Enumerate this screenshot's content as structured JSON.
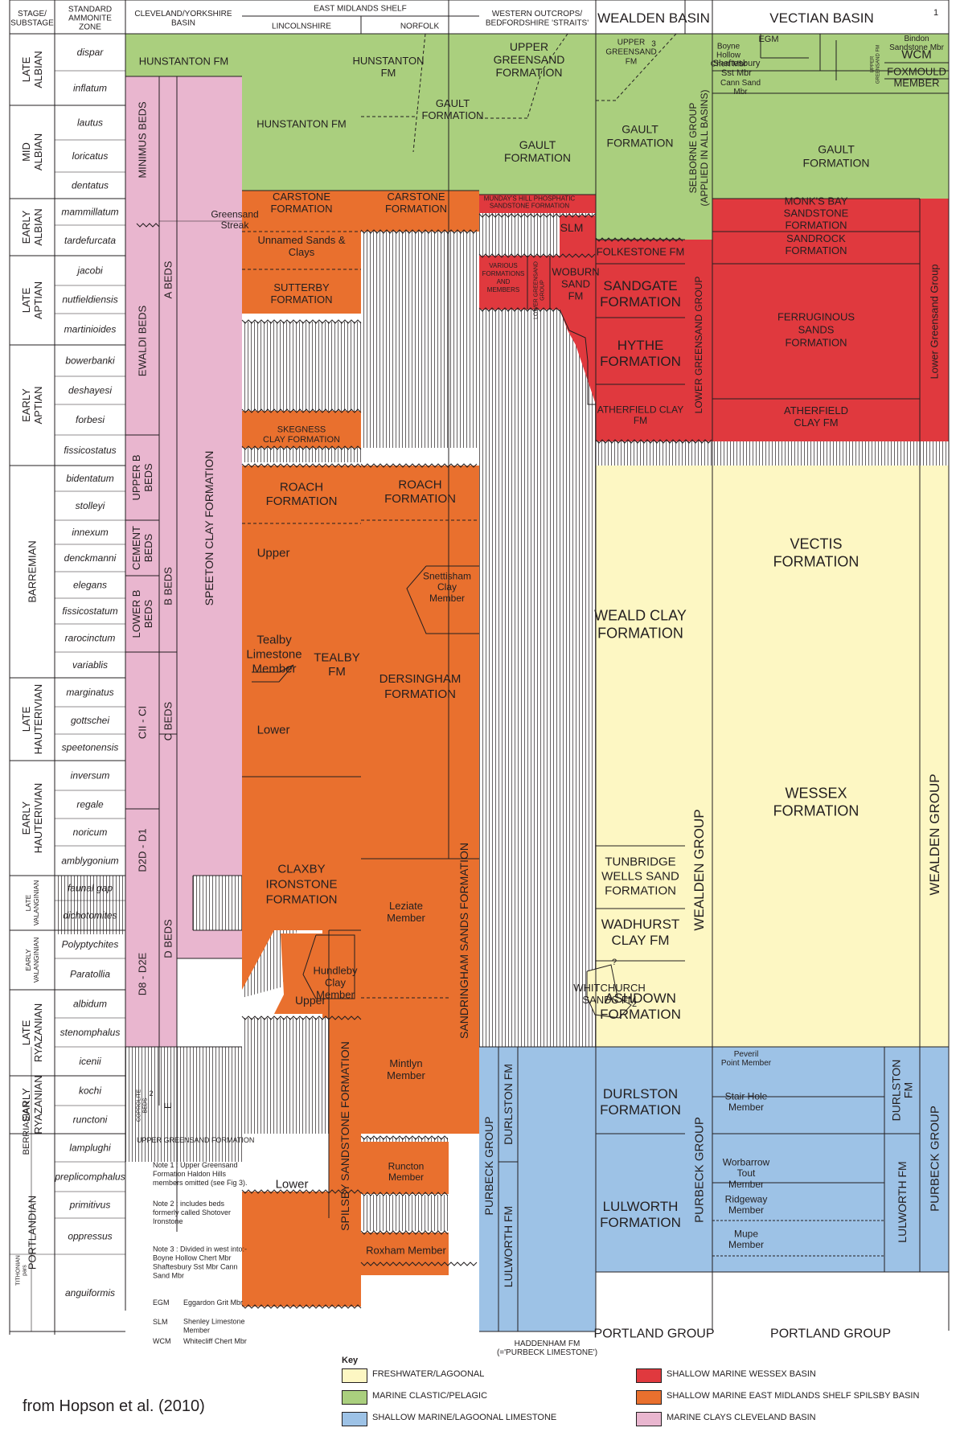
{
  "headers": {
    "stage": "STAGE/\nSUBSTAGE",
    "zone": "STANDARD\nAMMONITE\nZONE",
    "cleveland": "CLEVELAND/YORKSHIRE\nBASIN",
    "eastMidlands": "EAST MIDLANDS SHELF",
    "lincolnshire": "LINCOLNSHIRE",
    "norfolk": "NORFOLK",
    "western": "WESTERN OUTCROPS/\nBEDFORDSHIRE 'STRAITS'",
    "wealden": "WEALDEN BASIN",
    "vectian": "VECTIAN BASIN",
    "vectianNote": "1"
  },
  "stages": [
    {
      "label": "LATE\nALBIAN",
      "rows": [
        0,
        1
      ]
    },
    {
      "label": "MID\nALBIAN",
      "rows": [
        2,
        4
      ]
    },
    {
      "label": "EARLY\nALBIAN",
      "rows": [
        5,
        6
      ]
    },
    {
      "label": "LATE\nAPTIAN",
      "rows": [
        7,
        9
      ]
    },
    {
      "label": "EARLY\nAPTIAN",
      "rows": [
        10,
        13
      ]
    },
    {
      "label": "BARREMIAN",
      "rows": [
        14,
        21
      ]
    },
    {
      "label": "LATE\nHAUTERIVIAN",
      "rows": [
        22,
        24
      ]
    },
    {
      "label": "EARLY\nHAUTERIVIAN",
      "rows": [
        25,
        28
      ]
    },
    {
      "label": "LATE\nVALANGINIAN",
      "rows": [
        29,
        30
      ]
    },
    {
      "label": "EARLY\nVALANGINIAN",
      "rows": [
        31,
        32
      ]
    },
    {
      "label": "LATE\nRYAZANIAN",
      "rows": [
        33,
        35
      ]
    },
    {
      "label": "EARLY\nRYAZANIAN",
      "rows": [
        36,
        37
      ]
    },
    {
      "label": "PORTLANDIAN",
      "rows": [
        38,
        42
      ]
    }
  ],
  "berriasian": "BERRIASIAN",
  "tithonian": "TITHONIAN\npars",
  "zones": [
    "dispar",
    "inflatum",
    "lautus",
    "loricatus",
    "dentatus",
    "mammillatum",
    "tardefurcata",
    "jacobi",
    "nutfieldiensis",
    "martinioides",
    "bowerbanki",
    "deshayesi",
    "forbesi",
    "fissicostatus",
    "bidentatum",
    "stolleyi",
    "innexum",
    "denckmanni",
    "elegans",
    "fissicostatum",
    "rarocinctum",
    "variablis",
    "marginatus",
    "gottschei",
    "speetonensis",
    "inversum",
    "regale",
    "noricum",
    "amblygonium",
    "faunal gap",
    "dichotomites",
    "Polyptychites",
    "Paratollia",
    "albidum",
    "stenomphalus",
    "icenii",
    "kochi",
    "runctoni",
    "lamplughi",
    "preplicomphalus",
    "primitivus",
    "oppressus",
    "anguiformis"
  ],
  "units": {
    "hunstantonClev": "HUNSTANTON FM",
    "minimus": "MINIMUS BEDS",
    "ewaldi": "EWALDI BEDS",
    "aBeds": "A BEDS",
    "upperB": "UPPER B\nBEDS",
    "cement": "CEMENT\nBEDS",
    "lowerB": "LOWER B\nBEDS",
    "bBeds": "B BEDS",
    "ciiCi": "CII - CI",
    "cBeds": "C BEDS",
    "d2dD1": "D2D - D1",
    "d8d2e": "D8 - D2E",
    "dBeds": "D BEDS",
    "coprolite": "COPROLITE\nBEDS",
    "coproNote": "2",
    "eBed": "E",
    "speeton": "SPEETON CLAY FORMATION",
    "greensandStreak": "Greensand\nStreak",
    "hunstantonLinc": "HUNSTANTON FM",
    "carstoneLinc": "CARSTONE\nFORMATION",
    "unnamedSands": "Unnamed Sands &\nClays",
    "sutterby": "SUTTERBY\nFORMATION",
    "skegness": "SKEGNESS\nCLAY FORMATION",
    "roachLinc": "ROACH\nFORMATION",
    "tealbyUpper": "Upper",
    "tealby": "TEALBY\nFM",
    "tealbyLst": "Tealby\nLimestone\nMember",
    "tealbyLower": "Lower",
    "claxby": "CLAXBY\nIRONSTONE\nFORMATION",
    "hundleby": "Hundleby\nClay\nMember",
    "spilsbyUpper": "Upper",
    "spilsbyLower": "Lower",
    "spilsby": "SPILSBY SANDSTONE FORMATION",
    "hunstantonNorf": "HUNSTANTON\nFM",
    "gaultNorf": "GAULT\nFORMATION",
    "carstoneNorf": "CARSTONE\nFORMATION",
    "roachNorf": "ROACH\nFORMATION",
    "dersingham": "DERSINGHAM\nFORMATION",
    "snettisham": "Snettisham\nClay\nMember",
    "leziate": "Leziate\nMember",
    "mintlyn": "Mintlyn\nMember",
    "runcton": "Runcton\nMember",
    "roxham": "Roxham Member",
    "sandringham": "SANDRINGHAM SANDS FORMATION",
    "upperGreensandW": "UPPER\nGREENSAND\nFORMATION",
    "gaultW": "GAULT\nFORMATION",
    "mundays": "MUNDAY'S HILL PHOSPHATIC\nSANDSTONE FORMATION",
    "slmW": "SLM",
    "various": "VARIOUS\nFORMATIONS\nAND\nMEMBERS",
    "lgsGroupW": "LOWER GREENSAND\nGROUP",
    "woburn": "WOBURN\nSAND\nFM",
    "whitchurch": "WHITCHURCH\nSANDS FM",
    "whitchurchNote": "2",
    "whitchurchQ": "?",
    "purbeckW": "PURBECK GROUP",
    "durlstonW": "DURLSTON FM",
    "lulworthW": "LULWORTH FM",
    "haddenham": "HADDENHAM FM\n(='PURBECK LIMESTONE')",
    "upperGreensandWeald": "UPPER\nGREENSAND\nFM",
    "ugsNote": "3",
    "gaultWeald": "GAULT\nFORMATION",
    "selborne": "SELBORNE GROUP\n(APPLIED IN ALL BASINS)",
    "folkestone": "FOLKESTONE FM",
    "sandgate": "SANDGATE\nFORMATION",
    "hythe": "HYTHE\nFORMATION",
    "atherfieldWeald": "ATHERFIELD CLAY\nFM",
    "lgsWeald": "LOWER GREENSAND GROUP",
    "wealdClay": "WEALD CLAY\nFORMATION",
    "tunbridge": "TUNBRIDGE\nWELLS SAND\nFORMATION",
    "wadhurst": "WADHURST\nCLAY FM",
    "ashdown": "ASHDOWN\nFORMATION",
    "wealdenGroupW": "WEALDEN GROUP",
    "durlstonWeald": "DURLSTON\nFORMATION",
    "lulworthWeald": "LULWORTH\nFORMATION",
    "purbeckWeald": "PURBECK GROUP",
    "portlandWeald": "PORTLAND GROUP",
    "boyne": "Boyne\nHollow\nChert Mbr",
    "egm": "EGM",
    "shaftesbury": "Shaftesbury\nSst Mbr",
    "cannSand": "Cann Sand\nMbr",
    "upperGsV": "UPPER\nGREENSAND FM",
    "bindon": "Bindon\nSandstone Mbr",
    "wcm": "WCM",
    "foxmould": "FOXMOULD\nMEMBER",
    "gaultV": "GAULT\nFORMATION",
    "monksBay": "MONK'S BAY\nSANDSTONE\nFORMATION",
    "sandrock": "SANDROCK\nFORMATION",
    "ferruginous": "FERRUGINOUS\nSANDS\nFORMATION",
    "atherfieldV": "ATHERFIELD\nCLAY FM",
    "lgsV": "Lower Greensand Group",
    "vectis": "VECTIS\nFORMATION",
    "wessex": "WESSEX\nFORMATION",
    "wealdenGroupV": "WEALDEN GROUP",
    "wealdenGroupV2": "WEALDEN GROUP",
    "peveril": "Peveril\nPoint Member",
    "stairHole": "Stair Hole\nMember",
    "worbarrow": "Worbarrow\nTout\nMember",
    "ridgeway": "Ridgeway\nMember",
    "mupe": "Mupe\nMember",
    "durlstonV": "DURLSTON\nFM",
    "lulworthV": "LULWORTH FM",
    "purbeckV": "PURBECK GROUP",
    "portlandV": "PORTLAND GROUP"
  },
  "notes": {
    "ugsTitle": "UPPER GREENSAND FORMATION",
    "note1": "Note 1 : Upper Greensand\nFormation Haldon Hills\nmembers omitted (see Fig 3).",
    "note2": "Note 2 : includes beds\nformerly called Shotover\nIronstone",
    "note3": "Note 3 : Divided in west into:-\nBoyne Hollow Chert Mbr\nShaftesbury Sst Mbr Cann\nSand Mbr",
    "abbr": [
      {
        "code": "EGM",
        "text": "Eggardon Grit Mbr"
      },
      {
        "code": "SLM",
        "text": "Shenley Limestone\nMember"
      },
      {
        "code": "WCM",
        "text": "Whitecliff Chert Mbr"
      }
    ]
  },
  "key": {
    "title": "Key",
    "items": [
      {
        "label": "FRESHWATER/LAGOONAL",
        "color": "#fdf7c3"
      },
      {
        "label": "MARINE CLASTIC/PELAGIC",
        "color": "#aacf7e"
      },
      {
        "label": "SHALLOW MARINE/LAGOONAL LIMESTONE",
        "color": "#9dc2e6"
      },
      {
        "label": "SHALLOW MARINE WESSEX BASIN",
        "color": "#e0393e"
      },
      {
        "label": "SHALLOW MARINE EAST MIDLANDS SHELF SPILSBY BASIN",
        "color": "#e9702e"
      },
      {
        "label": "MARINE CLAYS CLEVELAND BASIN",
        "color": "#e9b6cf"
      }
    ]
  },
  "credit": "from Hopson et al. (2010)",
  "colors": {
    "freshwater": "#fdf7c3",
    "marine": "#aacf7e",
    "limestone": "#9dc2e6",
    "wessex": "#e0393e",
    "spilsby": "#e9702e",
    "cleveland": "#e9b6cf",
    "ink": "#231f20"
  }
}
